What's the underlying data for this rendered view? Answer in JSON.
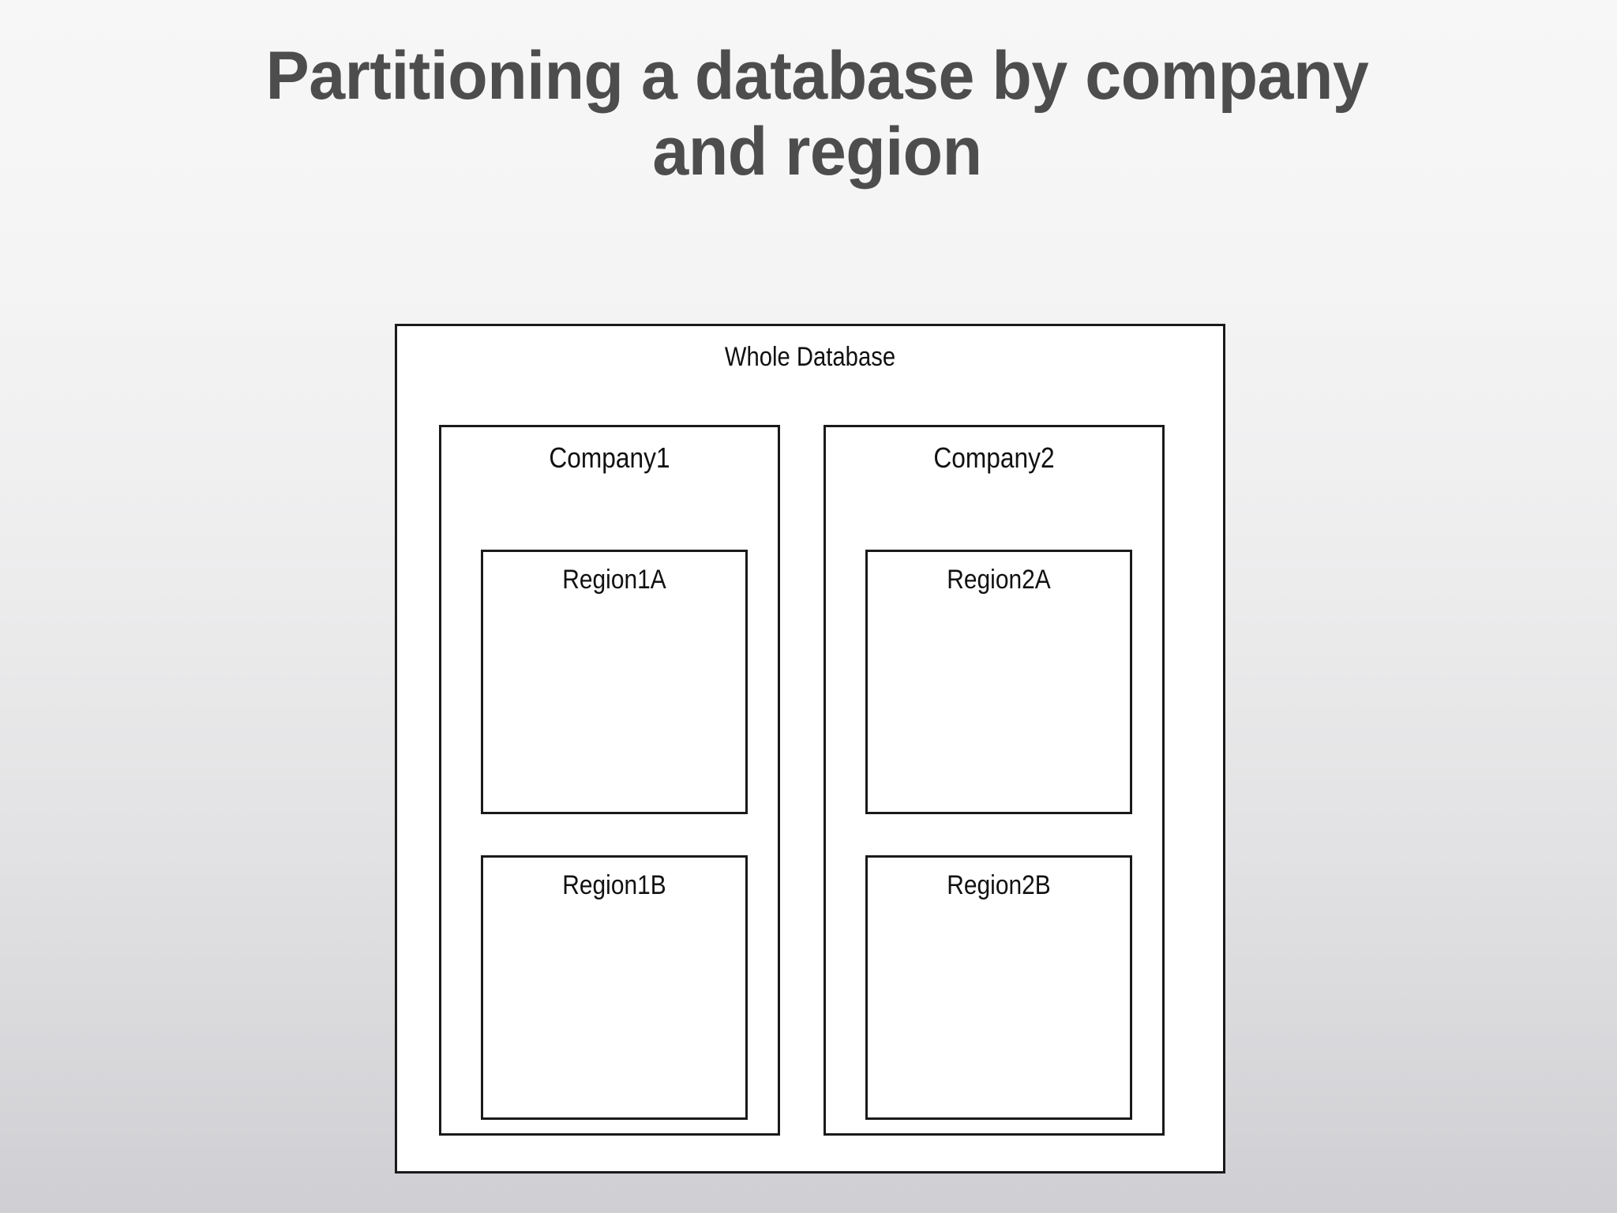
{
  "slide": {
    "title": "Partitioning a database by company\nand region",
    "title_color": "#4d4d4d",
    "background_top_color": "#f7f7f7",
    "background_bottom_color": "#cfcfd3"
  },
  "diagram": {
    "outline_color": "#1a1a1a",
    "fill_color": "#ffffff",
    "root_label": "Whole Database",
    "companies": [
      {
        "label": "Company1",
        "regions": [
          {
            "label": "Region1A"
          },
          {
            "label": "Region1B"
          }
        ]
      },
      {
        "label": "Company2",
        "regions": [
          {
            "label": "Region2A"
          },
          {
            "label": "Region2B"
          }
        ]
      }
    ]
  }
}
